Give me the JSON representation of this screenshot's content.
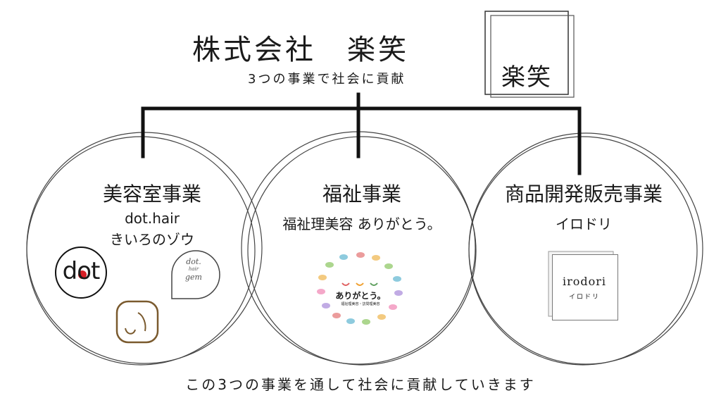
{
  "header": {
    "company_name": "株式会社　楽笑",
    "tagline": "3つの事業で社会に貢献",
    "logo_text": "楽笑"
  },
  "businesses": [
    {
      "title": "美容室事業",
      "sub1": "dot.hair",
      "sub2": "きいろのゾウ",
      "logos": {
        "dot": "dot",
        "dothairgem": [
          "dot.",
          "hair",
          "gem"
        ]
      }
    },
    {
      "title": "福祉事業",
      "sub1": "福祉理美容 ありがとう。",
      "logos": {
        "arigatou": "ありがとう。",
        "arigatou_small": "福祉理美容・訪問理美容"
      }
    },
    {
      "title": "商品開発販売事業",
      "sub1": "イロドリ",
      "logos": {
        "irodori_main": "irodori",
        "irodori_sub": "イロドリ"
      }
    }
  ],
  "footer": {
    "text": "この3つの事業を通して社会に貢献していきます"
  }
}
